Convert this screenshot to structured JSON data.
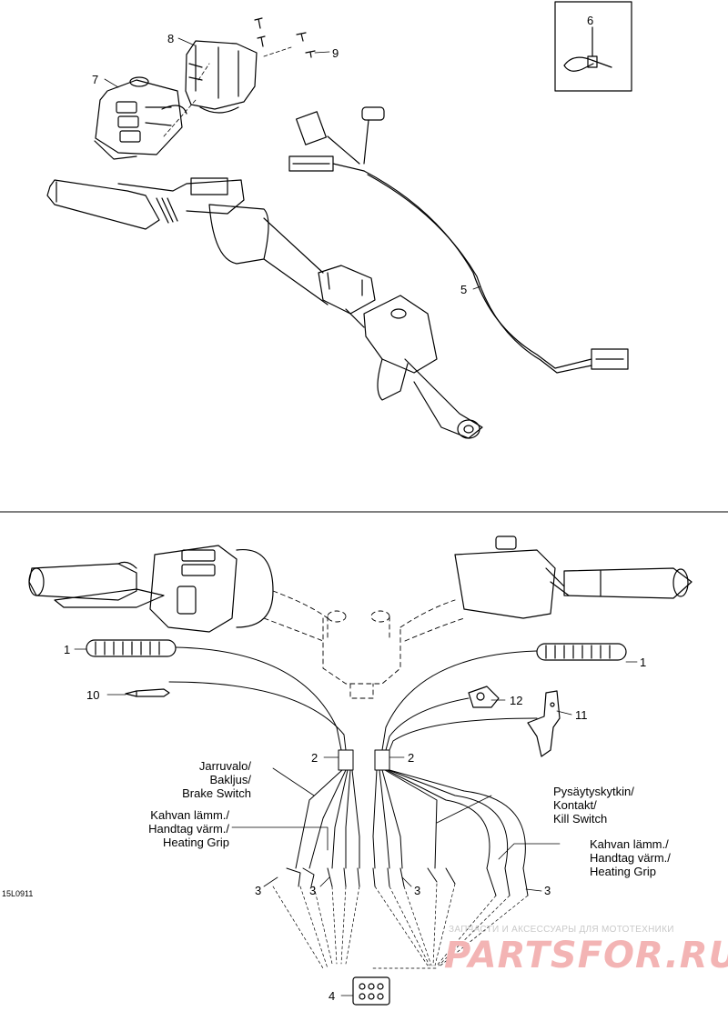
{
  "figure_ref": "15L0911",
  "callouts": [
    "1",
    "1",
    "2",
    "2",
    "3",
    "3",
    "3",
    "3",
    "4",
    "5",
    "6",
    "7",
    "8",
    "9",
    "10",
    "11",
    "12"
  ],
  "notes": {
    "brake_switch": [
      "Jarruvalo/",
      "Bakljus/",
      "Brake Switch"
    ],
    "heating_grip_left": [
      "Kahvan lämm./",
      "Handtag värm./",
      "Heating Grip"
    ],
    "kill_switch": [
      "Pysäytyskytkin/",
      "Kontakt/",
      "Kill Switch"
    ],
    "heating_grip_right": [
      "Kahvan lämm./",
      "Handtag värm./",
      "Heating Grip"
    ]
  },
  "watermark": {
    "tagline": "ЗАПЧАСТИ И АКСЕССУАРЫ ДЛЯ МОТОТЕХНИКИ",
    "logo": "PARTSFOR.RU",
    "color": "#f3b4b4"
  }
}
